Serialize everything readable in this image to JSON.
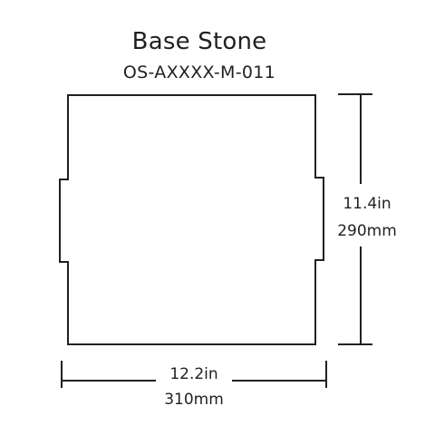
{
  "title": "Base Stone",
  "part_number": "OS-AXXXX-M-011",
  "dimensions": {
    "height": {
      "imperial": "11.4in",
      "metric": "290mm"
    },
    "width": {
      "imperial": "12.2in",
      "metric": "310mm"
    }
  },
  "colors": {
    "line": "#231f20",
    "background": "#ffffff"
  }
}
